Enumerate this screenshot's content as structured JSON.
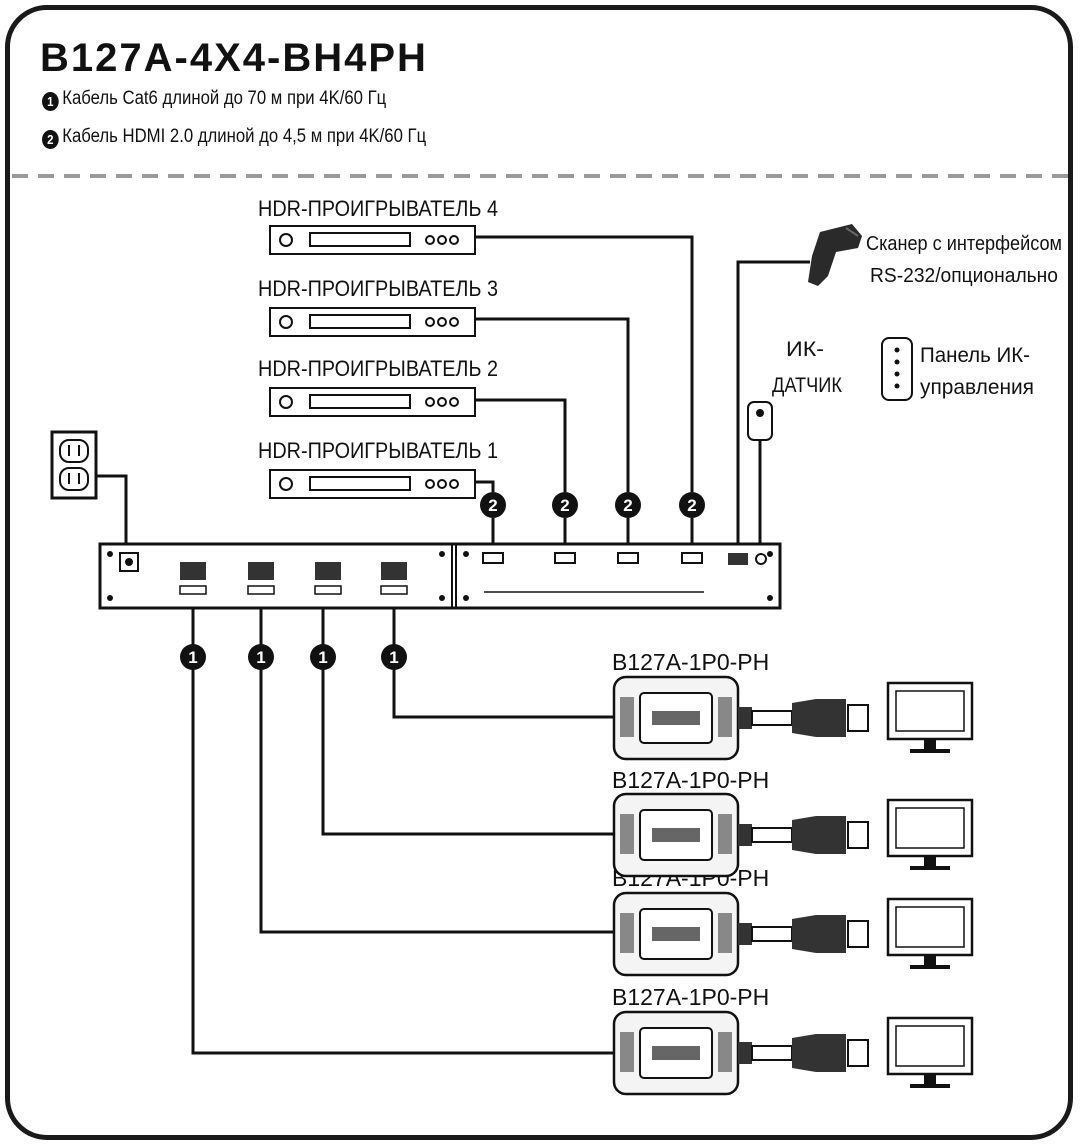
{
  "title": "B127A-4X4-BH4PH",
  "legend": [
    {
      "num": "1",
      "text": "Кабель Cat6 длиной до 70 м при 4K/60 Гц"
    },
    {
      "num": "2",
      "text": "Кабель HDMI 2.0 длиной до 4,5 м при 4K/60 Гц"
    }
  ],
  "players": [
    {
      "label": "HDR-ПРОИГРЫВАТЕЛЬ 4"
    },
    {
      "label": "HDR-ПРОИГРЫВАТЕЛЬ 3"
    },
    {
      "label": "HDR-ПРОИГРЫВАТЕЛЬ 2"
    },
    {
      "label": "HDR-ПРОИГРЫВАТЕЛЬ 1"
    }
  ],
  "scanner": {
    "line1": "Сканер с интерфейсом",
    "line2": "RS-232/опционально"
  },
  "ir_sensor": {
    "line1": "ИК-",
    "line2": "ДАТЧИК"
  },
  "ir_panel": {
    "line1": "Панель ИК-",
    "line2": "управления"
  },
  "hdmi_badge": "2",
  "cat6_badge": "1",
  "receivers": [
    {
      "label": "B127A-1P0-PH"
    },
    {
      "label": "B127A-1P0-PH"
    },
    {
      "label": "B127A-1P0-PH"
    },
    {
      "label": "B127A-1P0-PH"
    }
  ]
}
